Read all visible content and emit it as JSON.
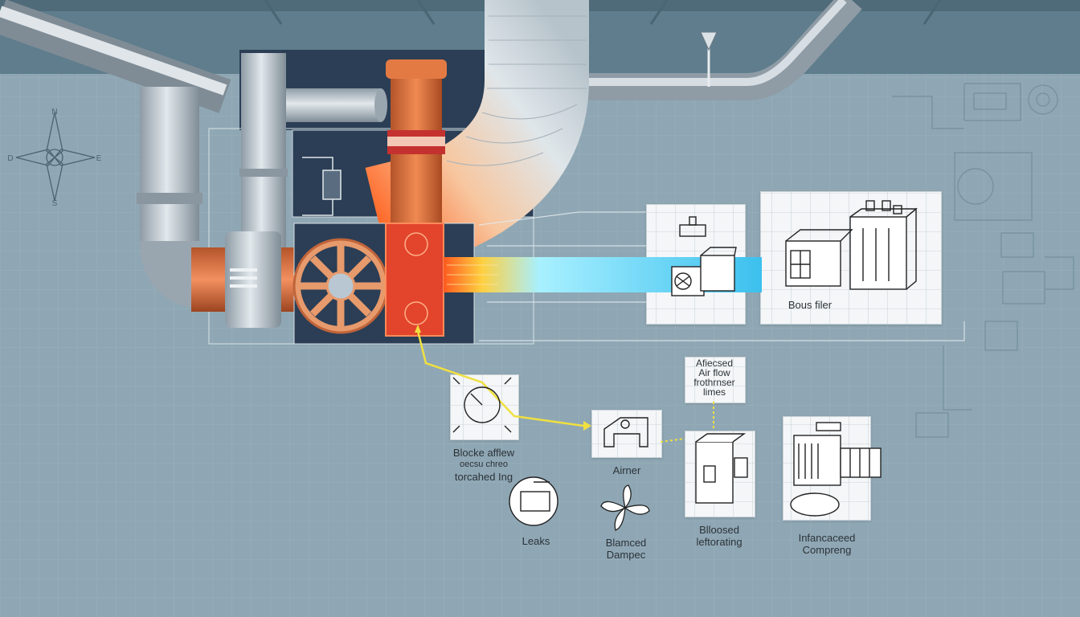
{
  "compass": {
    "north": "N",
    "south": "S",
    "east": "E",
    "west": "D"
  },
  "callouts": {
    "bous_filter": "Bous filer",
    "affected_airflow": [
      "Afiecsed",
      "Air flow",
      "frothrnser",
      "limes"
    ],
    "blocked": [
      "Blocke afflew",
      "oecsu chreo",
      "torcahed Ing"
    ],
    "air_ner": "Airner",
    "leaks": "Leaks",
    "balanced_damper": [
      "Blamced",
      "Dampec"
    ],
    "bloosed": [
      "Blloosed",
      "leftorating"
    ],
    "infanced": [
      "Infancaceed",
      "Compreng"
    ]
  },
  "colors": {
    "background": "#8fa7b4",
    "ceiling": "#5f7d8c",
    "duct_steel": "#b9c4cc",
    "copper": "#d8703a",
    "heat_red": "#e2452b",
    "cool_blue": "#5fd0f0",
    "signal_yellow": "#f0e040"
  }
}
